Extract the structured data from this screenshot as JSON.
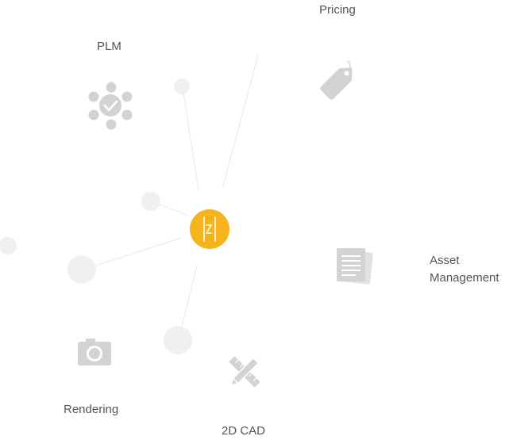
{
  "hub": {
    "icon": "brand-logo-icon",
    "color": "#f5b31c"
  },
  "nodes": [
    {
      "id": "pricing",
      "label": "Pricing",
      "icon": "price-tag-icon"
    },
    {
      "id": "plm",
      "label": "PLM",
      "icon": "network-check-icon"
    },
    {
      "id": "asset-management",
      "label_line1": "Asset",
      "label_line2": "Management",
      "icon": "documents-icon"
    },
    {
      "id": "rendering",
      "label": "Rendering",
      "icon": "camera-icon"
    },
    {
      "id": "2d-cad",
      "label": "2D CAD",
      "icon": "pencil-ruler-icon"
    }
  ],
  "colors": {
    "icon_gray": "#d3d3d3",
    "bubble_gray": "#f0f0f0",
    "line_gray": "#ececec",
    "label_text": "#555555"
  }
}
